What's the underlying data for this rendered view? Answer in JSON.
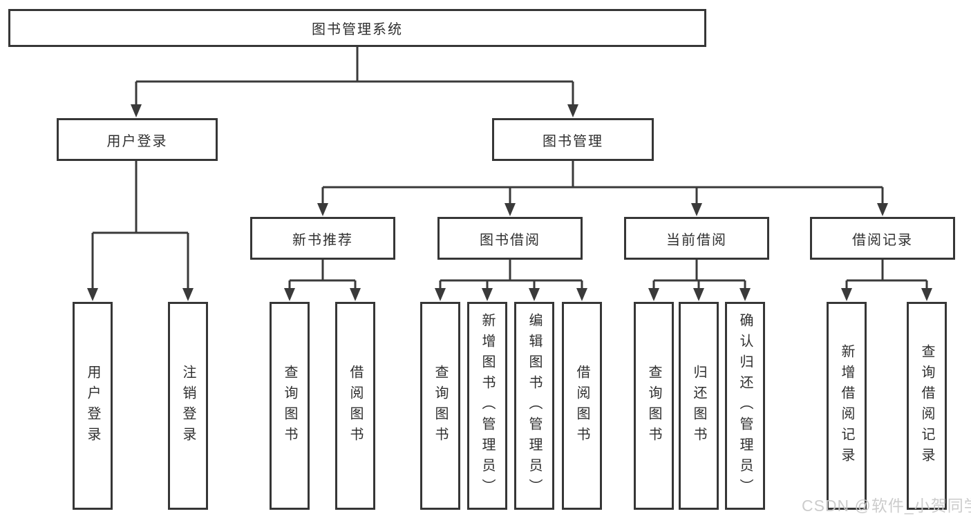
{
  "diagram": {
    "tree": {
      "label": "图书管理系统",
      "children": [
        {
          "label": "用户登录",
          "children": [
            {
              "label": "用户登录"
            },
            {
              "label": "注销登录"
            }
          ]
        },
        {
          "label": "图书管理",
          "children": [
            {
              "label": "新书推荐",
              "children": [
                {
                  "label": "查询图书"
                },
                {
                  "label": "借阅图书"
                }
              ]
            },
            {
              "label": "图书借阅",
              "children": [
                {
                  "label": "查询图书"
                },
                {
                  "label": "新增图书（管理员）"
                },
                {
                  "label": "编辑图书（管理员）"
                },
                {
                  "label": "借阅图书"
                }
              ]
            },
            {
              "label": "当前借阅",
              "children": [
                {
                  "label": "查询图书"
                },
                {
                  "label": "归还图书"
                },
                {
                  "label": "确认归还（管理员）"
                }
              ]
            },
            {
              "label": "借阅记录",
              "children": [
                {
                  "label": "新增借阅记录"
                },
                {
                  "label": "查询借阅记录"
                }
              ]
            }
          ]
        }
      ]
    }
  },
  "watermark": {
    "text": "CSDN @软件_小贺同学",
    "color": "#c8c8c8"
  },
  "colors": {
    "line": "#3a3a3a",
    "box_border": "#363636",
    "text": "#2f2f2f",
    "background": "#ffffff"
  }
}
